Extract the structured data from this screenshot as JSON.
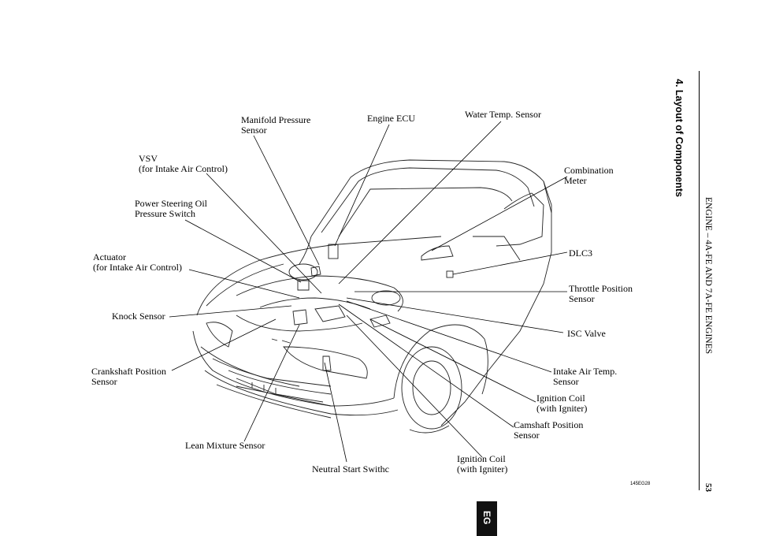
{
  "section": {
    "title": "4. Layout of Components"
  },
  "side_header": "ENGINE – 4A-FE AND 7A-FE ENGINES",
  "page_number": "53",
  "figure_code": "145EG28",
  "tab_label": "EG",
  "labels": {
    "manifold_pressure_sensor": [
      "Manifold Pressure",
      "Sensor"
    ],
    "engine_ecu": [
      "Engine ECU"
    ],
    "water_temp_sensor": [
      "Water Temp. Sensor"
    ],
    "vsv": [
      "VSV",
      "(for Intake Air Control)"
    ],
    "combination_meter": [
      "Combination",
      "Meter"
    ],
    "power_steering_switch": [
      "Power Steering Oil",
      "Pressure Switch"
    ],
    "dlc3": [
      "DLC3"
    ],
    "actuator": [
      "Actuator",
      "(for Intake Air Control)"
    ],
    "throttle_position_sensor": [
      "Throttle Position",
      "Sensor"
    ],
    "knock_sensor": [
      "Knock Sensor"
    ],
    "isc_valve": [
      "ISC Valve"
    ],
    "intake_air_temp_sensor": [
      "Intake Air Temp.",
      "Sensor"
    ],
    "crankshaft_position_sensor": [
      "Crankshaft Position",
      "Sensor"
    ],
    "ignition_coil_right": [
      "Ignition Coil",
      "(with Igniter)"
    ],
    "camshaft_position_sensor": [
      "Camshaft Position",
      "Sensor"
    ],
    "lean_mixture_sensor": [
      "Lean Mixture Sensor"
    ],
    "ignition_coil_bottom": [
      "Ignition Coil",
      "(with Igniter)"
    ],
    "neutral_start_switch": [
      "Neutral Start Swithc"
    ]
  }
}
